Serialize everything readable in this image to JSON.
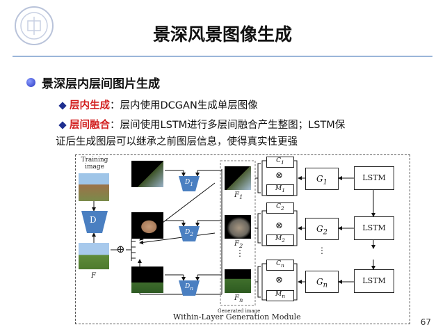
{
  "slide": {
    "title": "景深风景图像生成",
    "main_bullet": "景深层内层间图片生成",
    "sub1": {
      "label": "层内生成",
      "text": "：层内使用DCGAN生成单层图像"
    },
    "sub2": {
      "label": "层间融合",
      "text": "：层间使用LSTM进行多层间融合产生整图；LSTM保",
      "text2": "证后生成图层可以继承之前图层信息，使得真实性更强"
    },
    "page_number": "67"
  },
  "diagram": {
    "training_line1": "Training",
    "training_line2": "image",
    "d_label": "D",
    "f_label": "F",
    "disc1": "D",
    "disc1_sub": "1",
    "disc2": "D",
    "disc2_sub": "2",
    "discn": "D",
    "discn_sub": "n",
    "f1": "F",
    "f1_sub": "1",
    "f2": "F",
    "f2_sub": "2",
    "fn": "F",
    "fn_sub": "n",
    "c1": "C",
    "c1_sub": "1",
    "m1": "M",
    "m1_sub": "1",
    "c2": "C",
    "c2_sub": "2",
    "m2": "M",
    "m2_sub": "2",
    "cn": "C",
    "cn_sub": "n",
    "mn": "M",
    "mn_sub": "n",
    "g1": "G",
    "g1_sub": "1",
    "g2": "G",
    "g2_sub": "2",
    "gn": "G",
    "gn_sub": "n",
    "lstm": "LSTM",
    "otimes": "⊗",
    "oplus": "⊕",
    "vdots": "⋮",
    "generated_image": "Generated image",
    "module_title": "Within-Layer Generation Module"
  },
  "colors": {
    "accent_red": "#d21f1f",
    "bullet_blue": "#2836c0",
    "disc_blue": "#4a7fc1",
    "rule_blue": "#9bb6d9"
  }
}
